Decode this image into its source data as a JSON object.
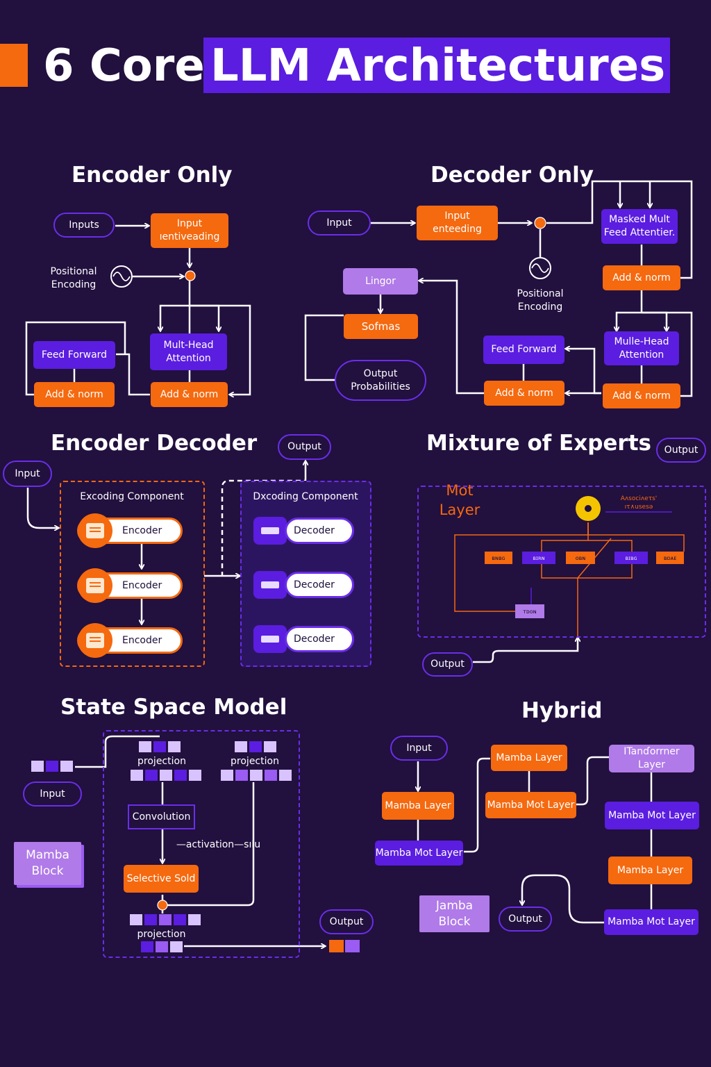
{
  "title": {
    "part1": "6 Core",
    "part2": "LLM Architectures"
  },
  "colors": {
    "background": "#22103f",
    "orange": "#f5690f",
    "purple": "#5b1de0",
    "lilac": "#b07ae8",
    "accent_yellow": "#f5c400"
  },
  "encoder_only": {
    "title": "Encoder Only",
    "inputs": "Inputs",
    "embedding": "Input\nıentiveading",
    "positional": "Positional\nEncoding",
    "attention": "Mult-Head\nAttention",
    "add_norm_right": "Add & norm",
    "feed_forward": "Feed Forward",
    "add_norm_left": "Add & norm"
  },
  "decoder_only": {
    "title": "Decoder Only",
    "input": "Input",
    "embedding": "Input\nenteeding",
    "positional": "Positional\nEncoding",
    "masked": "Masked Mult\nFeed Attentier.",
    "add_norm_1": "Add & norm",
    "attention": "Mulle-Head\nAttention",
    "add_norm_2": "Add & norm",
    "feed_forward": "Feed Forward",
    "add_norm_3": "Add & norm",
    "linear": "Lingor",
    "softmax": "Sofmas",
    "output": "Output\nProbabilities"
  },
  "encoder_decoder": {
    "title": "Encoder Decoder",
    "input": "Input",
    "output": "Output",
    "encoding_component": "Excoding Component",
    "decoding_component": "Dxcoding Component",
    "encoders": [
      "Encoder",
      "Encoder",
      "Encoder"
    ],
    "decoders": [
      "Decoder",
      "Decoder",
      "Decoder"
    ]
  },
  "mixture_of_experts": {
    "title": "Mixture of Experts",
    "output_top": "Output",
    "layer": "Mot Layer",
    "router_label": "Aʌsociʌeτs' ıτ∧usesə",
    "experts": [
      "ʙɴʙɢ",
      "ʙɪʀɴ",
      "ᴏʙɴ",
      "ʙɪʙɢ",
      "ʙɒᴀᴇ"
    ],
    "small_box": "ᴛᴅᴏɴ",
    "output_bottom": "Output"
  },
  "state_space_model": {
    "title": "State Space Model",
    "input": "Input",
    "projection_left": "projection",
    "projection_right": "projection",
    "convolution": "Convolution",
    "activation": "—activation—sılu",
    "selective": "Selective Sold",
    "projection_bottom": "projection",
    "output": "Output",
    "block": "Mamba\nBlock"
  },
  "hybrid": {
    "title": "Hybrid",
    "input": "Input",
    "col1": [
      "Mamba Layer",
      "Mamba Mot Layer"
    ],
    "col2": [
      "Mamba Layer",
      "Mamba Mot Layer"
    ],
    "col3_top": "ITanɗorrner Layer",
    "col3": [
      "Mamba Mot Layer",
      "Mamba Layer",
      "Mamba Mot Layer"
    ],
    "output": "Output",
    "block": "Jamba\nBlock"
  }
}
